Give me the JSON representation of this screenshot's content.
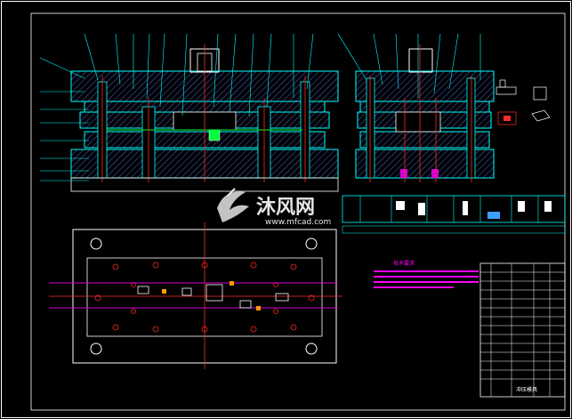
{
  "watermark": {
    "brand": "沐风网",
    "url": "www.mfcad.com"
  },
  "notes": {
    "title": "技术要求"
  },
  "title_block": {
    "caption": "冲压模具"
  },
  "colors": {
    "background": "#000000",
    "frame": "#ffffff",
    "outline": "#00ffff",
    "hatch": "#4a6bd8",
    "centerline": "#ff2a2a",
    "strip": "#d400d4",
    "accent": "#00ff3c",
    "notes_text": "#ff00ff",
    "watermark": "#ffffff"
  }
}
